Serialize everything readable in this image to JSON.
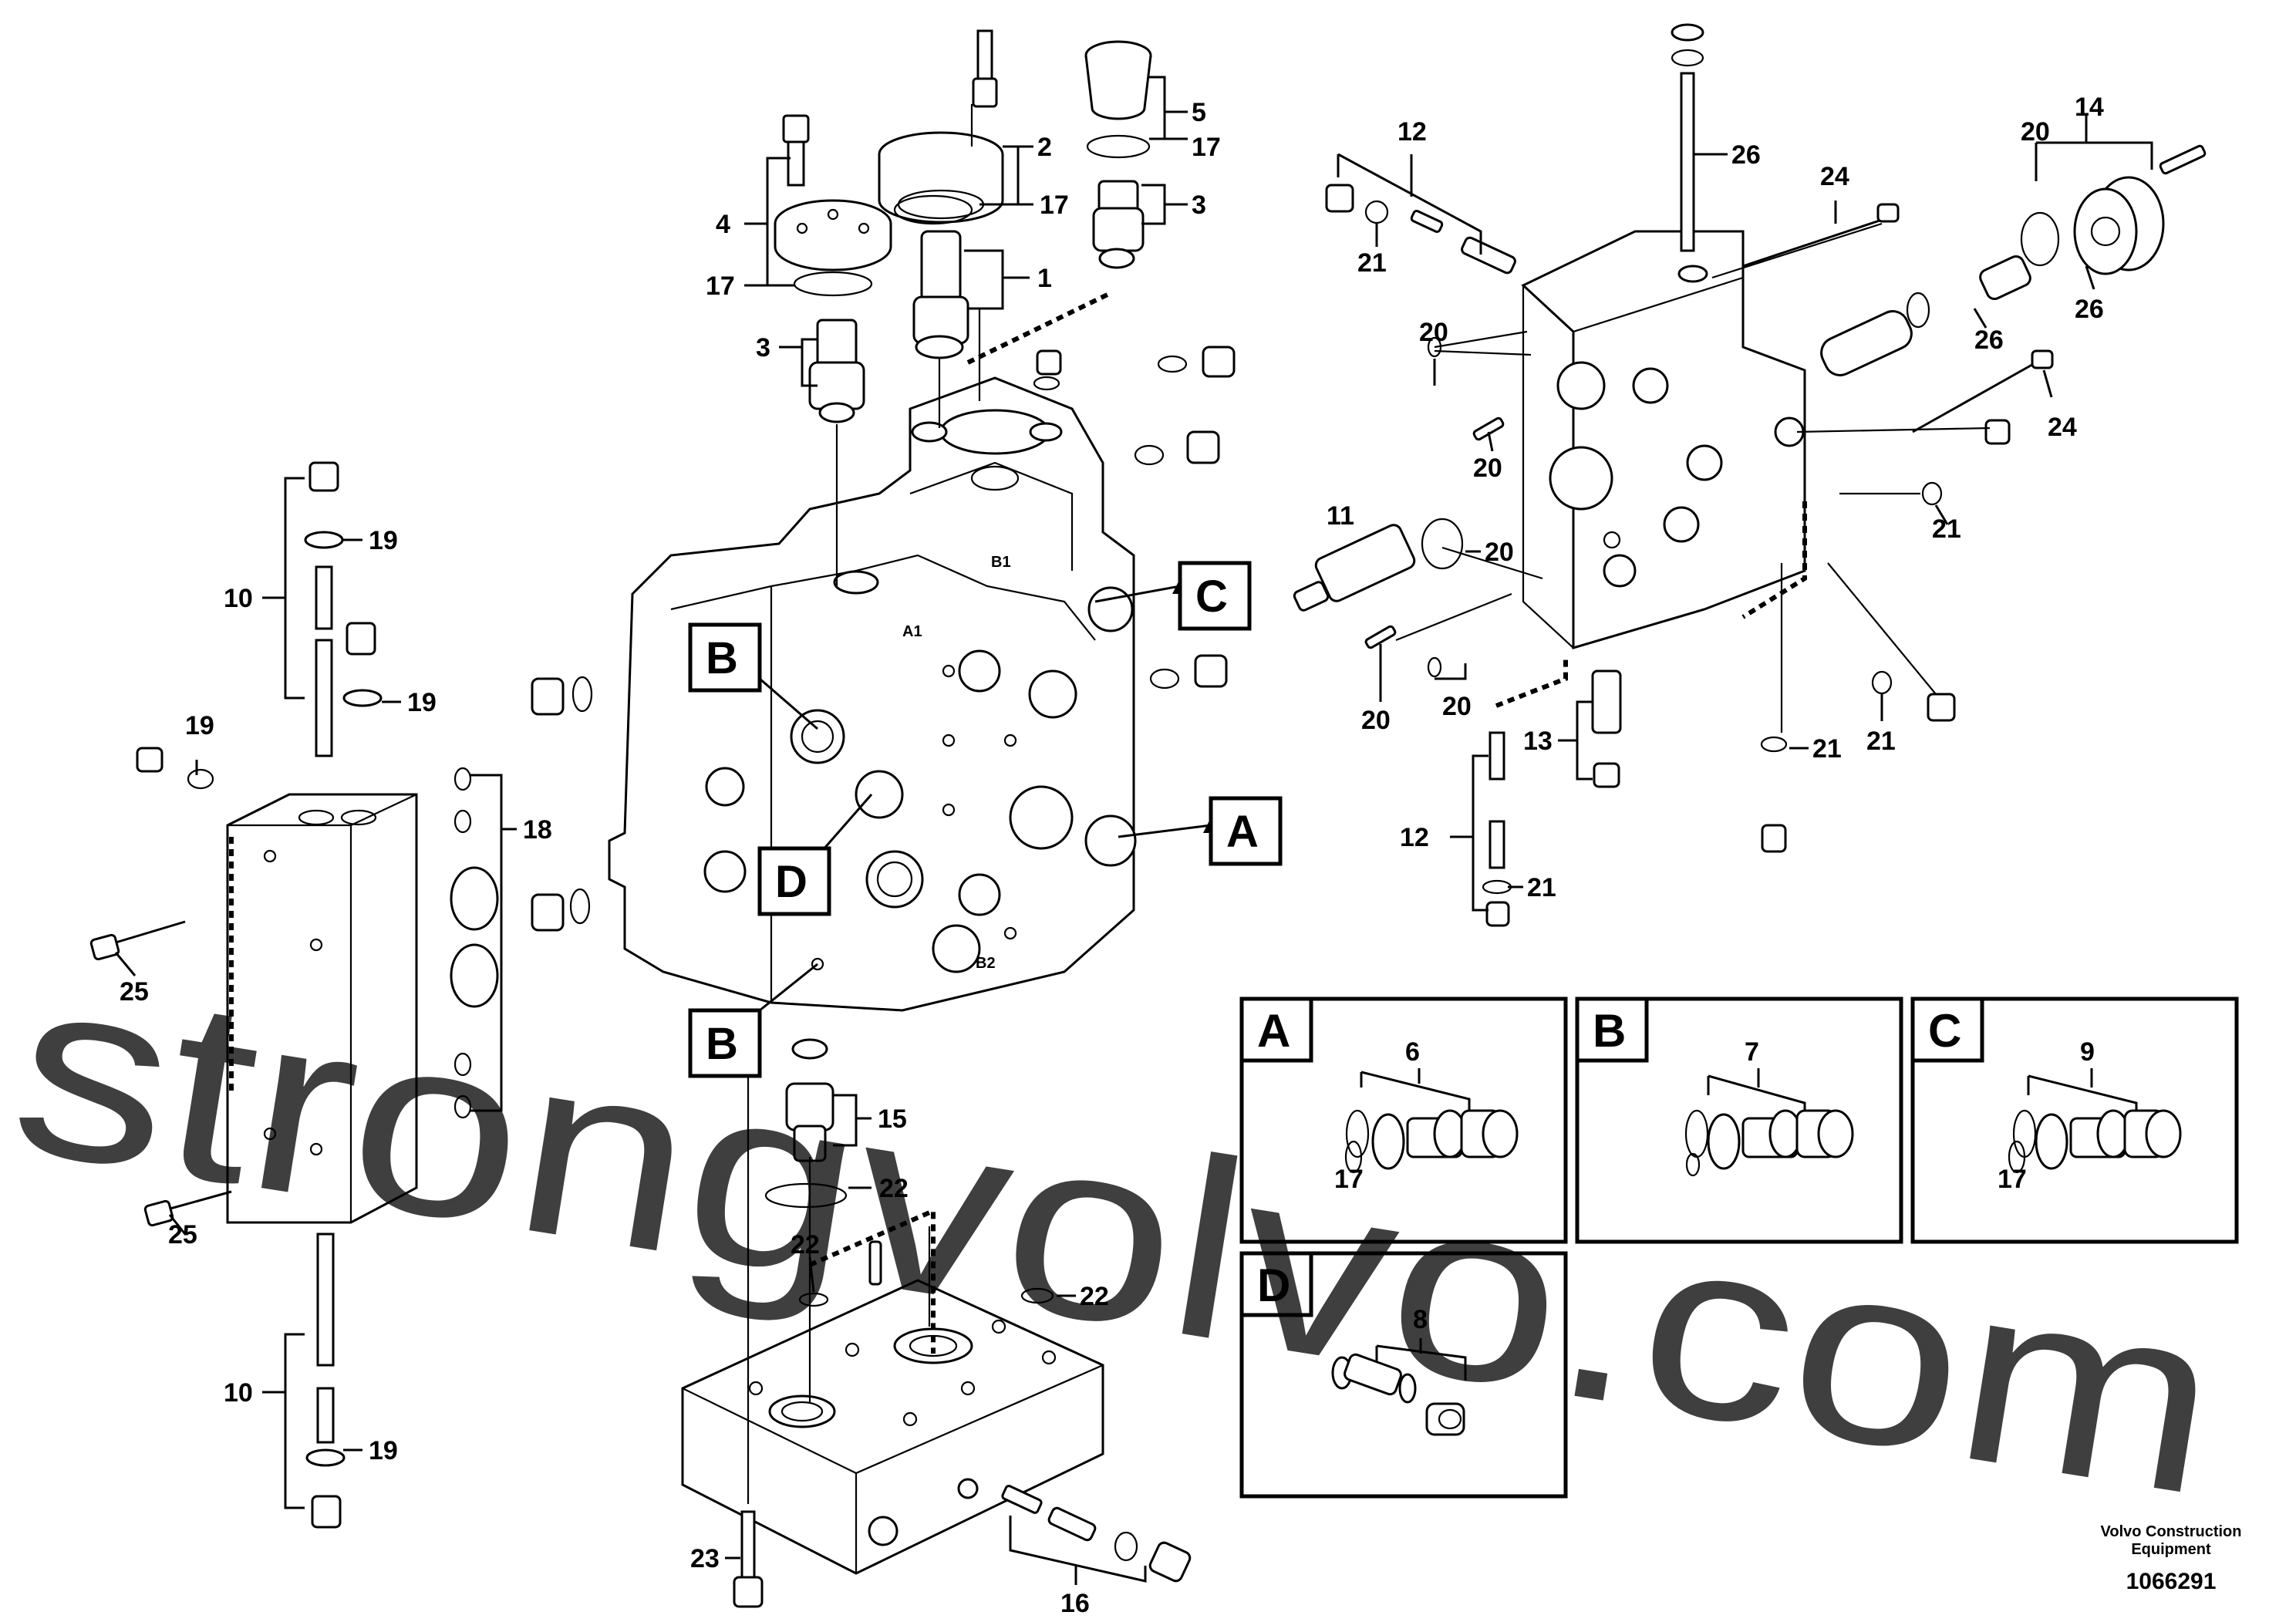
{
  "watermark": "strongvolvo.com",
  "footer": {
    "company": "Volvo Construction",
    "sub": "Equipment",
    "id": "1066291"
  },
  "callouts": {
    "c1": "1",
    "c2": "2",
    "c3a": "3",
    "c3b": "3",
    "c4": "4",
    "c5": "5",
    "c10a": "10",
    "c10b": "10",
    "c11": "11",
    "c12a": "12",
    "c12b": "12",
    "c13": "13",
    "c14": "14",
    "c15": "15",
    "c16": "16",
    "c17a": "17",
    "c17b": "17",
    "c17c": "17",
    "c18": "18",
    "c19a": "19",
    "c19b": "19",
    "c19c": "19",
    "c19d": "19",
    "c20a": "20",
    "c20b": "20",
    "c20c": "20",
    "c20d": "20",
    "c20e": "20",
    "c20f": "20",
    "c21a": "21",
    "c21b": "21",
    "c21c": "21",
    "c21d": "21",
    "c21e": "21",
    "c22a": "22",
    "c22b": "22",
    "c22c": "22",
    "c23": "23",
    "c24a": "24",
    "c24b": "24",
    "c25a": "25",
    "c25b": "25",
    "c26a": "26",
    "c26b": "26",
    "c26c": "26"
  },
  "refs": {
    "B_top": "B",
    "B_bottom": "B",
    "C": "C",
    "A": "A",
    "D": "D"
  },
  "body_marks": {
    "a1": "A1",
    "b1": "B1",
    "b2": "B2"
  },
  "panels": {
    "A": {
      "letter": "A",
      "part": "6",
      "ring": "17"
    },
    "B": {
      "letter": "B",
      "part": "7"
    },
    "C": {
      "letter": "C",
      "part": "9",
      "ring": "17"
    },
    "D": {
      "letter": "D",
      "part": "8"
    }
  }
}
